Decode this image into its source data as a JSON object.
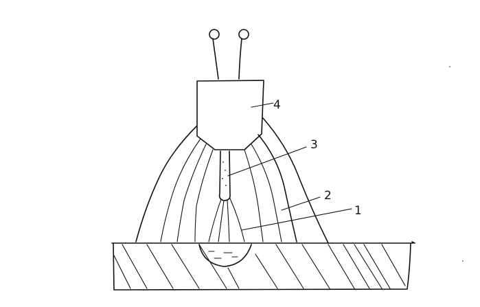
{
  "labels": {
    "torch": "4",
    "electrode": "3",
    "shield_gas": "2",
    "arc": "1"
  },
  "colors": {
    "ink": "#111111",
    "paper": "#ffffff"
  }
}
